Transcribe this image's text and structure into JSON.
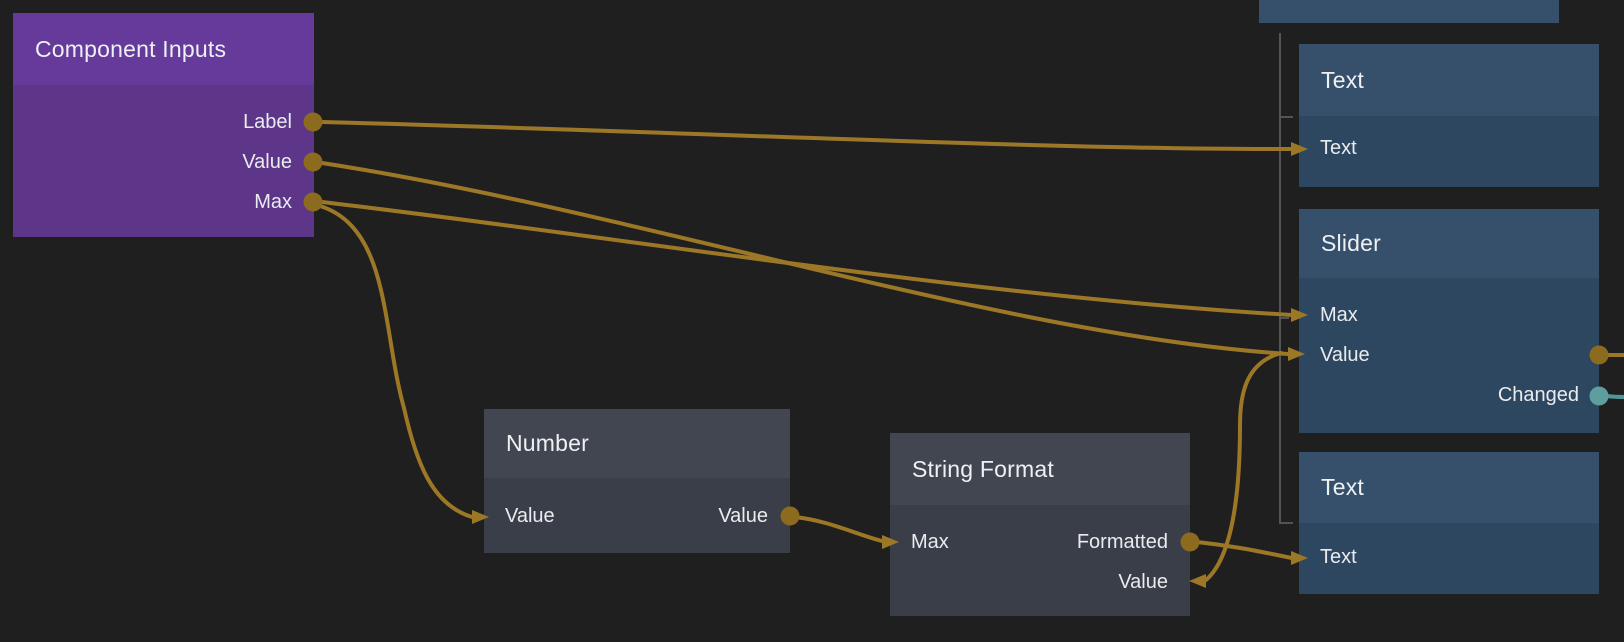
{
  "nodes": {
    "component_inputs": {
      "title": "Component Inputs",
      "outputs": {
        "label": "Label",
        "value": "Value",
        "max": "Max"
      }
    },
    "number": {
      "title": "Number",
      "inputs": {
        "value": "Value"
      },
      "outputs": {
        "value": "Value"
      }
    },
    "string_format": {
      "title": "String Format",
      "inputs": {
        "max": "Max",
        "value": "Value"
      },
      "outputs": {
        "formatted": "Formatted"
      }
    },
    "text_top": {
      "title": "Text",
      "inputs": {
        "text": "Text"
      }
    },
    "slider": {
      "title": "Slider",
      "inputs": {
        "max": "Max",
        "value": "Value"
      },
      "outputs": {
        "value_out": "",
        "changed": "Changed"
      }
    },
    "text_bottom": {
      "title": "Text",
      "inputs": {
        "text": "Text"
      }
    },
    "offscreen_top": {
      "title": ""
    }
  },
  "connections": [
    {
      "from": "Component Inputs.Label",
      "to": "Text (top).Text",
      "type": "data"
    },
    {
      "from": "Component Inputs.Value",
      "to": "Slider.Value",
      "type": "data"
    },
    {
      "from": "Component Inputs.Value",
      "to": "String Format.Value",
      "type": "data"
    },
    {
      "from": "Component Inputs.Max",
      "to": "Slider.Max",
      "type": "data"
    },
    {
      "from": "Component Inputs.Max",
      "to": "Number.Value",
      "type": "data"
    },
    {
      "from": "Number.Value",
      "to": "String Format.Max",
      "type": "data"
    },
    {
      "from": "String Format.Formatted",
      "to": "Text (bottom).Text",
      "type": "data"
    },
    {
      "from": "Slider (unlabeled output)",
      "to": "off-canvas right",
      "type": "data"
    },
    {
      "from": "Slider.Changed",
      "to": "off-canvas right",
      "type": "event"
    }
  ],
  "colors": {
    "background": "#1f1f20",
    "wire": "#9c7826",
    "port": "#8d6b1e",
    "event_port": "#5f9e9e",
    "event_wire": "#4f9898",
    "purple_header": "#653a9b",
    "purple_body": "#5d3589",
    "blue_header": "#36506c",
    "blue_body": "#2e4760",
    "gray_header": "#424650",
    "gray_body": "#3a3e48",
    "bracket_line": "#5a5a5a",
    "label_text": "#e9ecef"
  }
}
